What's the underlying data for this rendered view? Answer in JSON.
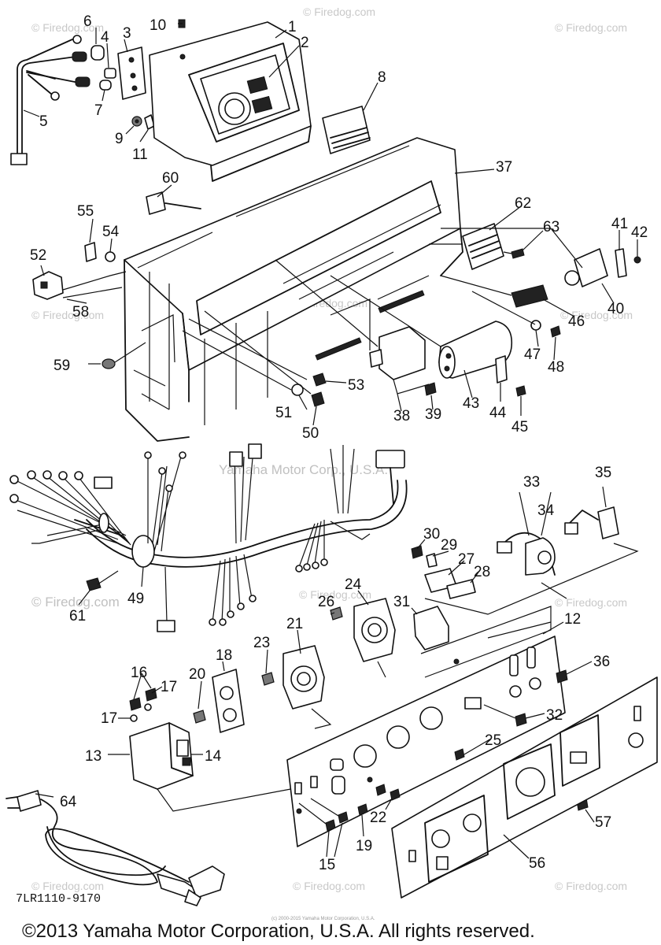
{
  "diagram": {
    "part_numbers": [
      "1",
      "2",
      "3",
      "4",
      "5",
      "6",
      "7",
      "8",
      "9",
      "10",
      "11",
      "12",
      "13",
      "14",
      "15",
      "16",
      "17",
      "17",
      "18",
      "19",
      "20",
      "21",
      "22",
      "23",
      "24",
      "25",
      "26",
      "27",
      "28",
      "29",
      "30",
      "31",
      "32",
      "33",
      "34",
      "35",
      "36",
      "37",
      "38",
      "39",
      "40",
      "41",
      "42",
      "43",
      "44",
      "45",
      "46",
      "47",
      "48",
      "49",
      "50",
      "51",
      "52",
      "53",
      "54",
      "55",
      "56",
      "57",
      "58",
      "59",
      "60",
      "61",
      "62",
      "63",
      "64"
    ],
    "drawing_code": "7LR1110-9170",
    "center_watermark": "Yamaha Motor Corp., U.S.A.",
    "firedog_watermark": "© Firedog.com",
    "tiny_notice": "(c) 2000-2015 Yamaha Motor Corporation, U.S.A."
  },
  "footer": {
    "copyright": "©2013 Yamaha Motor Corporation, U.S.A. All rights reserved."
  }
}
